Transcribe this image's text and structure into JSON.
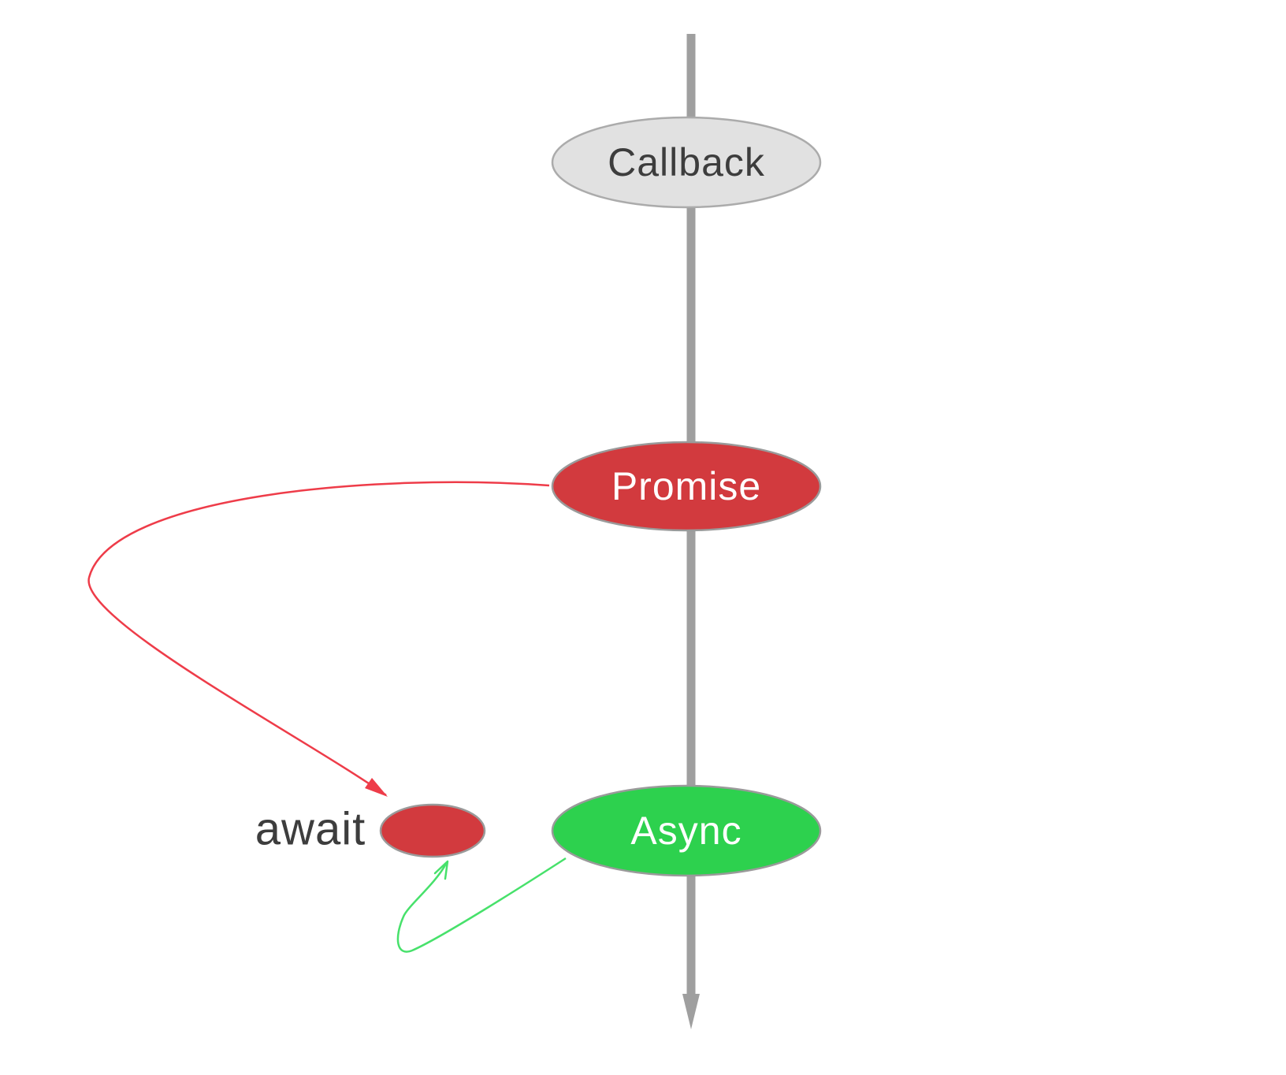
{
  "diagram": {
    "background": "#ffffff",
    "timeline": {
      "description": "vertical-time-axis",
      "color": "#9f9f9f"
    },
    "nodes": [
      {
        "label": "Callback",
        "fill": "#e1e1e1",
        "border": "#ababab",
        "text_color": "#3d3d3d"
      },
      {
        "label": "Promise",
        "fill": "#d23a3e",
        "border": "#9a9a9a",
        "text_color": "#ffffff"
      },
      {
        "label": "Async",
        "fill": "#2dd14e",
        "border": "#9a9a9a",
        "text_color": "#ffffff"
      },
      {
        "label": "",
        "fill": "#d23a3e",
        "border": "#9a9a9a",
        "text_color": "#ffffff"
      }
    ],
    "annotations": [
      {
        "text": "await",
        "color": "#3d3d3d"
      }
    ],
    "edges": [
      {
        "from": "Promise",
        "to": "await-dot",
        "color": "#ee3c49"
      },
      {
        "from": "Async",
        "to": "await-dot",
        "color": "#47e16b"
      }
    ]
  }
}
